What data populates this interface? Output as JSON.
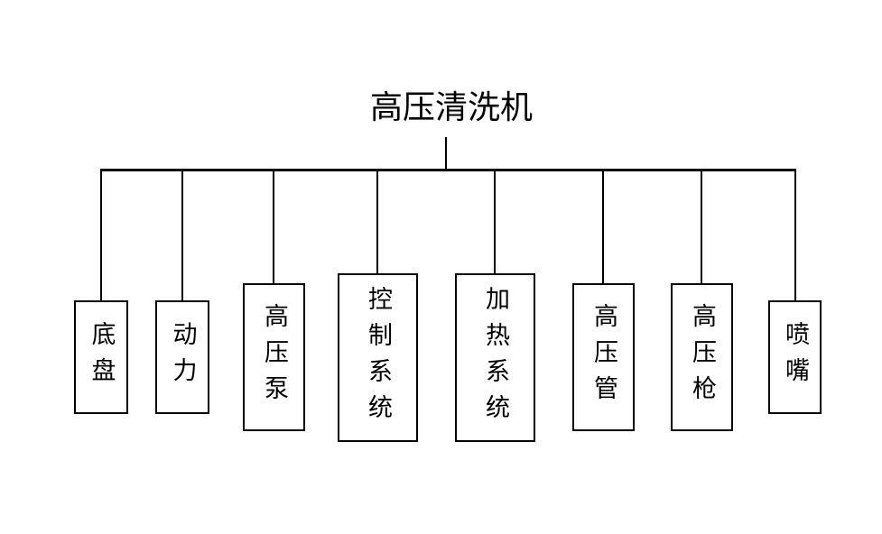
{
  "diagram": {
    "type": "hierarchy-tree",
    "title": "高压清洗机",
    "orientation": "top-down",
    "colors": {
      "line": "#000000",
      "box_border": "#000000",
      "box_fill": "#ffffff",
      "text": "#000000",
      "background": "#ffffff"
    },
    "nodes": [
      {
        "label": "底盘",
        "chars": 2
      },
      {
        "label": "动力",
        "chars": 2
      },
      {
        "label": "高压泵",
        "chars": 3
      },
      {
        "label": "控制系统",
        "chars": 4
      },
      {
        "label": "加热系统",
        "chars": 4
      },
      {
        "label": "高压管",
        "chars": 3
      },
      {
        "label": "高压枪",
        "chars": 3
      },
      {
        "label": "喷嘴",
        "chars": 2
      }
    ]
  }
}
